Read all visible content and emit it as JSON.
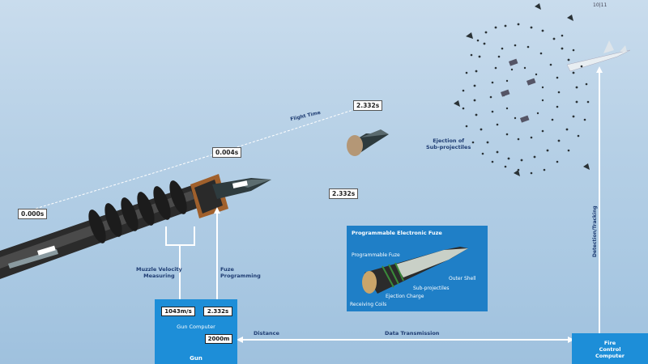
{
  "corner_code": "10|11",
  "flight_time_label": "Flight Time",
  "time_labels": {
    "t0": "0.000s",
    "t1": "0.004s",
    "t2": "2.332s",
    "t3": "2.332s"
  },
  "muzzle_velocity_label": "Muzzle Velocity\nMeasuring",
  "fuze_programming_label": "Fuze\nProgramming",
  "ejection_label": "Ejection of\nSub-projectiles",
  "detection_label": "Detection/Tracking",
  "distance_label": "Distance",
  "data_transmission_label": "Data Transmission",
  "gun_box": {
    "velocity": "1043m/s",
    "time": "2.332s",
    "title": "Gun Computer",
    "distance": "2000m",
    "caption": "Gun"
  },
  "fire_control": "Fire\nControl\nComputer",
  "inset": {
    "title": "Programmable Electronic Fuze",
    "labels": {
      "fuze": "Programmable Fuze",
      "shell": "Outer Shell",
      "sub": "Sub-projectiles",
      "charge": "Ejection Charge",
      "coils": "Receiving Coils"
    }
  },
  "colors": {
    "box_blue": "#1d8ed8",
    "label_blue": "#1f3d73",
    "inset_blue": "#1f7fc7"
  }
}
